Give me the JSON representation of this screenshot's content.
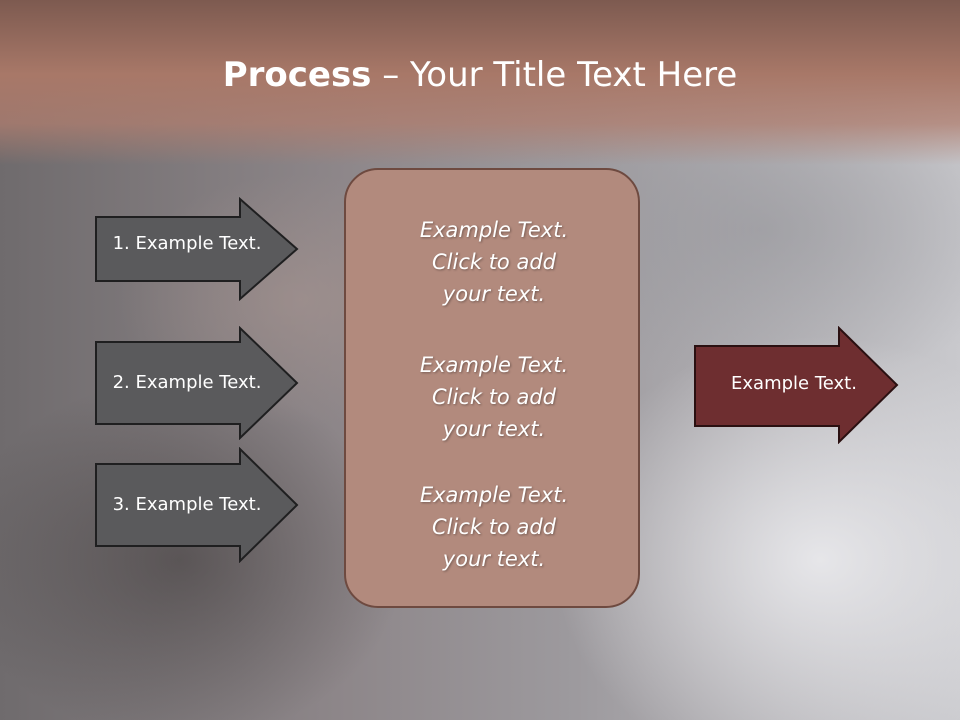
{
  "title": {
    "bold": "Process",
    "rest": " – Your Title Text Here"
  },
  "left_arrows": [
    {
      "label": "1. Example Text."
    },
    {
      "label": "2. Example Text."
    },
    {
      "label": "3. Example Text."
    }
  ],
  "center_box": {
    "blocks": [
      {
        "line1": "Example Text.",
        "line2": "Click  to add",
        "line3": "your text."
      },
      {
        "line1": "Example Text.",
        "line2": "Click  to add",
        "line3": "your text."
      },
      {
        "line1": "Example Text.",
        "line2": "Click  to add",
        "line3": "your text."
      }
    ]
  },
  "right_arrow": {
    "label": "Example Text."
  },
  "colors": {
    "title_band": "#a87868",
    "left_arrow_fill": "#5a5a5c",
    "center_box_fill": "#b28a7d",
    "right_arrow_fill": "#6e2e30"
  }
}
